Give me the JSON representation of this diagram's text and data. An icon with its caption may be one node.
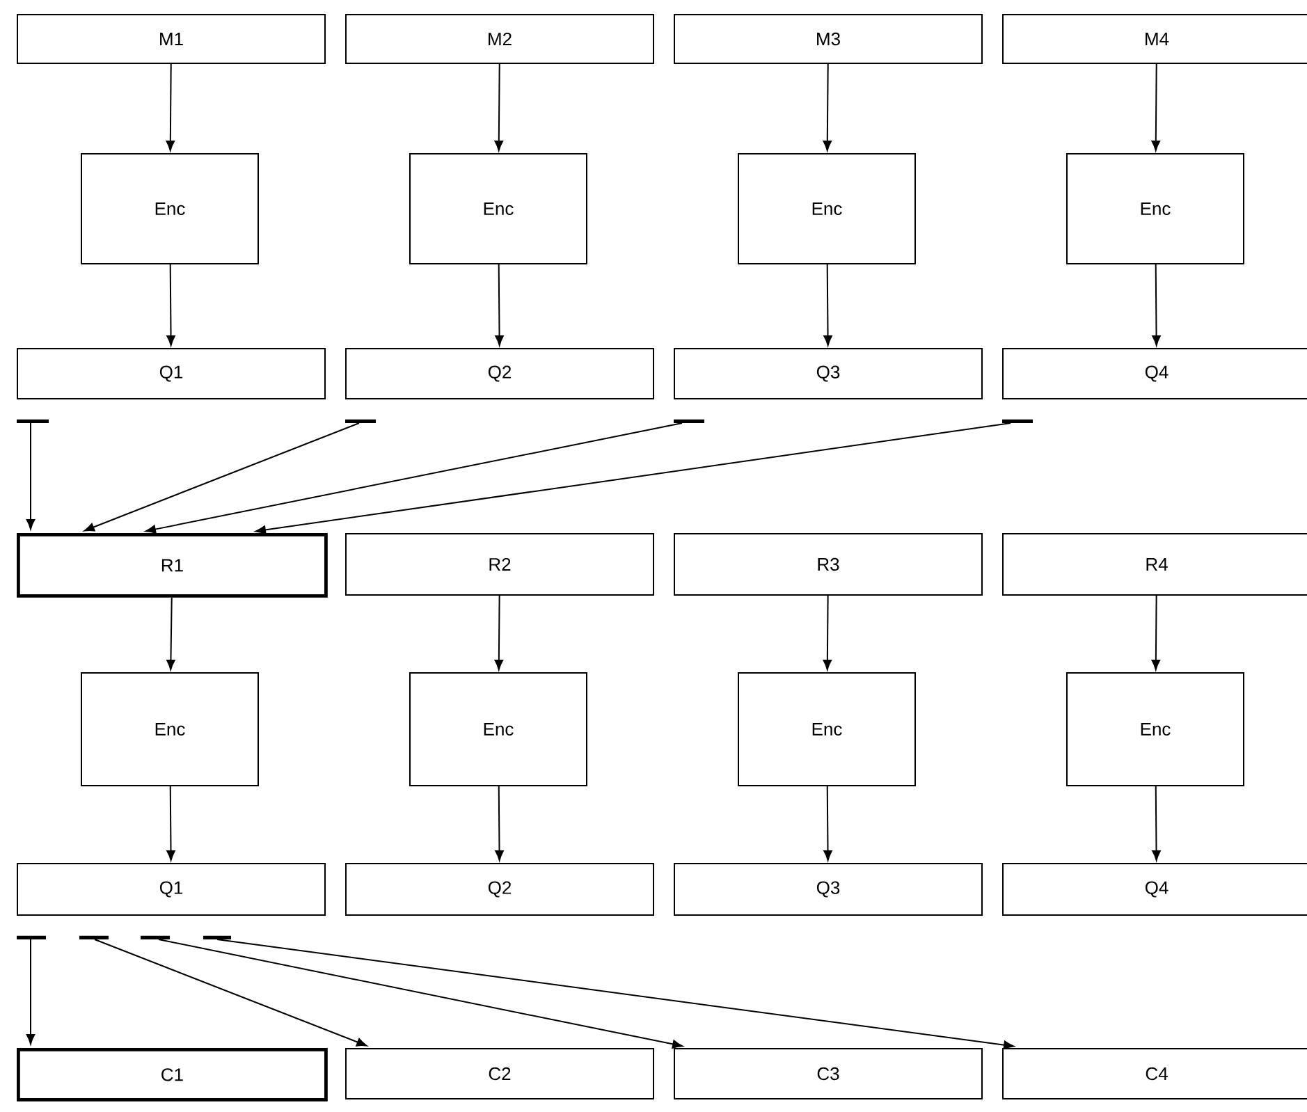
{
  "diagram": {
    "nodes": [
      {
        "text": [
          "M1"
        ]
      },
      {
        "text": [
          "M2"
        ]
      },
      {
        "text": [
          "M3"
        ]
      },
      {
        "text": [
          "M4"
        ]
      },
      {
        "text": [
          "Enc"
        ]
      },
      {
        "text": [
          "Enc"
        ]
      },
      {
        "text": [
          "Enc"
        ]
      },
      {
        "text": [
          "Enc"
        ]
      },
      {
        "text": [
          "Q1"
        ]
      },
      {
        "text": [
          "Q2"
        ]
      },
      {
        "text": [
          "Q3"
        ]
      },
      {
        "text": [
          "Q4"
        ]
      },
      {
        "text": [
          "R1"
        ]
      },
      {
        "text": [
          "R2"
        ]
      },
      {
        "text": [
          "R3"
        ]
      },
      {
        "text": [
          "R4"
        ]
      },
      {
        "text": [
          "Enc"
        ]
      },
      {
        "text": [
          "Enc"
        ]
      },
      {
        "text": [
          "Enc"
        ]
      },
      {
        "text": [
          "Enc"
        ]
      },
      {
        "text": [
          "Q1"
        ]
      },
      {
        "text": [
          "Q2"
        ]
      },
      {
        "text": [
          "Q3"
        ]
      },
      {
        "text": [
          "Q4"
        ]
      },
      {
        "text": [
          "C1"
        ]
      },
      {
        "text": [
          "C2"
        ]
      },
      {
        "text": [
          "C3"
        ]
      },
      {
        "text": [
          "C4"
        ]
      }
    ],
    "edges": [
      {
        "from": 0,
        "to": 4,
        "arrow": "to"
      },
      {
        "from": 1,
        "to": 5,
        "arrow": "to"
      },
      {
        "from": 2,
        "to": 6,
        "arrow": "to"
      },
      {
        "from": 3,
        "to": 7,
        "arrow": "to"
      },
      {
        "from": 4,
        "to": 8,
        "arrow": "to"
      },
      {
        "from": 5,
        "to": 9,
        "arrow": "to"
      },
      {
        "from": 6,
        "to": 10,
        "arrow": "to"
      },
      {
        "from": 7,
        "to": 11,
        "arrow": "to"
      },
      {
        "from": 8,
        "to": 12,
        "arrow": "to"
      },
      {
        "from": 9,
        "to": 12,
        "arrow": "to"
      },
      {
        "from": 10,
        "to": 12,
        "arrow": "to"
      },
      {
        "from": 11,
        "to": 12,
        "arrow": "to"
      },
      {
        "from": 12,
        "to": 16,
        "arrow": "to"
      },
      {
        "from": 13,
        "to": 17,
        "arrow": "to"
      },
      {
        "from": 14,
        "to": 18,
        "arrow": "to"
      },
      {
        "from": 15,
        "to": 19,
        "arrow": "to"
      },
      {
        "from": 16,
        "to": 20,
        "arrow": "to"
      },
      {
        "from": 17,
        "to": 21,
        "arrow": "to"
      },
      {
        "from": 18,
        "to": 22,
        "arrow": "to"
      },
      {
        "from": 19,
        "to": 23,
        "arrow": "to"
      },
      {
        "from": 20,
        "to": 24,
        "arrow": "to"
      },
      {
        "from": 20,
        "to": 25,
        "arrow": "to"
      },
      {
        "from": 20,
        "to": 26,
        "arrow": "to"
      },
      {
        "from": 20,
        "to": 27,
        "arrow": "to"
      }
    ]
  }
}
